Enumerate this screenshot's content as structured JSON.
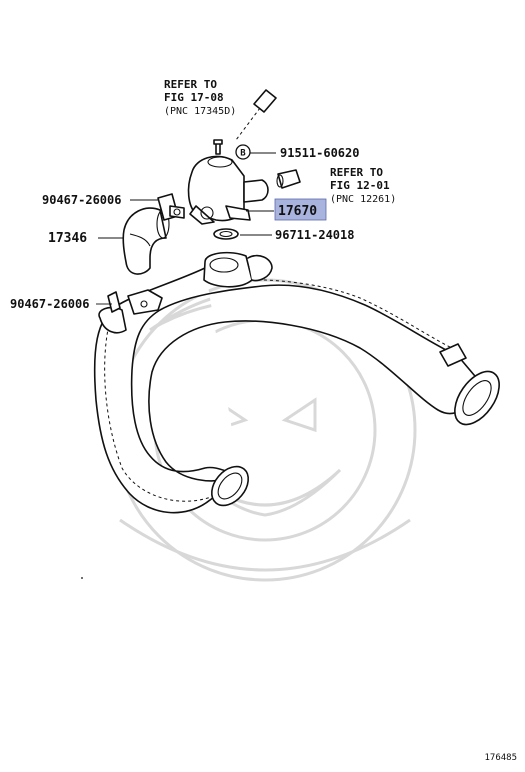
{
  "diagram": {
    "refs": [
      {
        "line1": "REFER TO",
        "line2": "FIG 17-08",
        "pnc": "(PNC 17345D)"
      },
      {
        "line1": "REFER TO",
        "line2": "FIG 12-01",
        "pnc": "(PNC 12261)"
      }
    ],
    "callouts": {
      "bolt_marker": "B",
      "bolt": "91511-60620",
      "thermostat_housing": "17670",
      "gasket": "96711-24018",
      "hose": "17346",
      "clamp_upper": "90467-26006",
      "clamp_lower": "90467-26006"
    },
    "highlight_color": "#a9b4de",
    "figure_id": "176485"
  }
}
